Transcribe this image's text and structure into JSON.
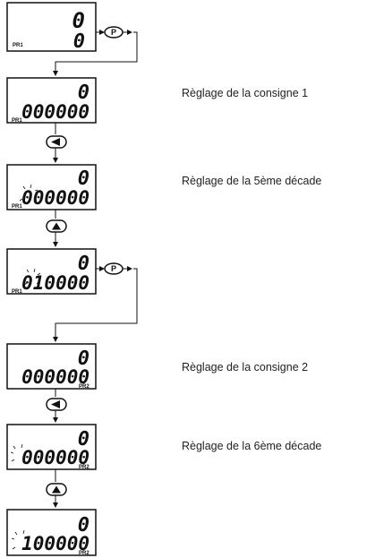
{
  "steps": [
    {
      "top": "0",
      "bottom": "0",
      "indicator": "PR1",
      "caption": ""
    },
    {
      "top": "0",
      "bottom": "000000",
      "indicator": "PR1",
      "caption": "Règlage de la consigne 1"
    },
    {
      "top": "0",
      "bottom": "000000",
      "indicator": "PR1",
      "caption": "Règlage de la 5ème décade"
    },
    {
      "top": "0",
      "bottom": "010000",
      "indicator": "PR1",
      "caption": ""
    },
    {
      "top": "0",
      "bottom": "000000",
      "indicator": "PR2",
      "caption": "Règlage de la consigne 2"
    },
    {
      "top": "0",
      "bottom": "000000",
      "indicator": "PR2",
      "caption": "Règlage de la 6ème décade"
    },
    {
      "top": "0",
      "bottom": "100000",
      "indicator": "PR2",
      "caption": ""
    }
  ],
  "buttons": {
    "p_label": "P",
    "left_arrow_icon": "left-arrow-button-icon",
    "up_arrow_icon": "up-arrow-button-icon"
  }
}
